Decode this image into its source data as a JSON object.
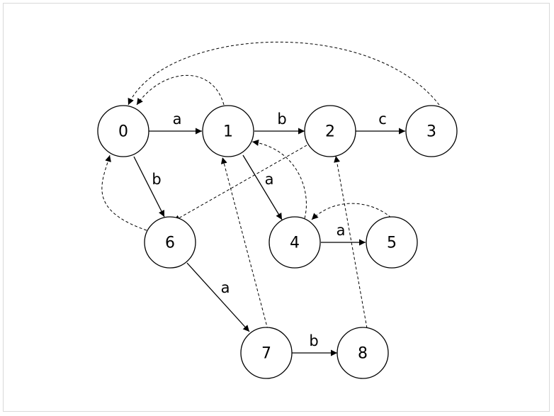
{
  "diagram": {
    "nodes": [
      {
        "id": "0",
        "label": "0"
      },
      {
        "id": "1",
        "label": "1"
      },
      {
        "id": "2",
        "label": "2"
      },
      {
        "id": "3",
        "label": "3"
      },
      {
        "id": "4",
        "label": "4"
      },
      {
        "id": "5",
        "label": "5"
      },
      {
        "id": "6",
        "label": "6"
      },
      {
        "id": "7",
        "label": "7"
      },
      {
        "id": "8",
        "label": "8"
      }
    ],
    "edges": [
      {
        "from": "0",
        "to": "1",
        "label": "a",
        "style": "solid"
      },
      {
        "from": "1",
        "to": "2",
        "label": "b",
        "style": "solid"
      },
      {
        "from": "2",
        "to": "3",
        "label": "c",
        "style": "solid"
      },
      {
        "from": "0",
        "to": "6",
        "label": "b",
        "style": "solid"
      },
      {
        "from": "1",
        "to": "4",
        "label": "a",
        "style": "solid"
      },
      {
        "from": "4",
        "to": "5",
        "label": "a",
        "style": "solid"
      },
      {
        "from": "6",
        "to": "7",
        "label": "a",
        "style": "solid"
      },
      {
        "from": "7",
        "to": "8",
        "label": "b",
        "style": "solid"
      }
    ],
    "links": [
      {
        "from": "1",
        "to": "0",
        "style": "dashed"
      },
      {
        "from": "3",
        "to": "0",
        "style": "dashed"
      },
      {
        "from": "2",
        "to": "6",
        "style": "dashed"
      },
      {
        "from": "6",
        "to": "0",
        "style": "dashed"
      },
      {
        "from": "4",
        "to": "1",
        "style": "dashed"
      },
      {
        "from": "5",
        "to": "4",
        "style": "dashed"
      },
      {
        "from": "7",
        "to": "1",
        "style": "dashed"
      },
      {
        "from": "8",
        "to": "2",
        "style": "dashed"
      }
    ]
  }
}
